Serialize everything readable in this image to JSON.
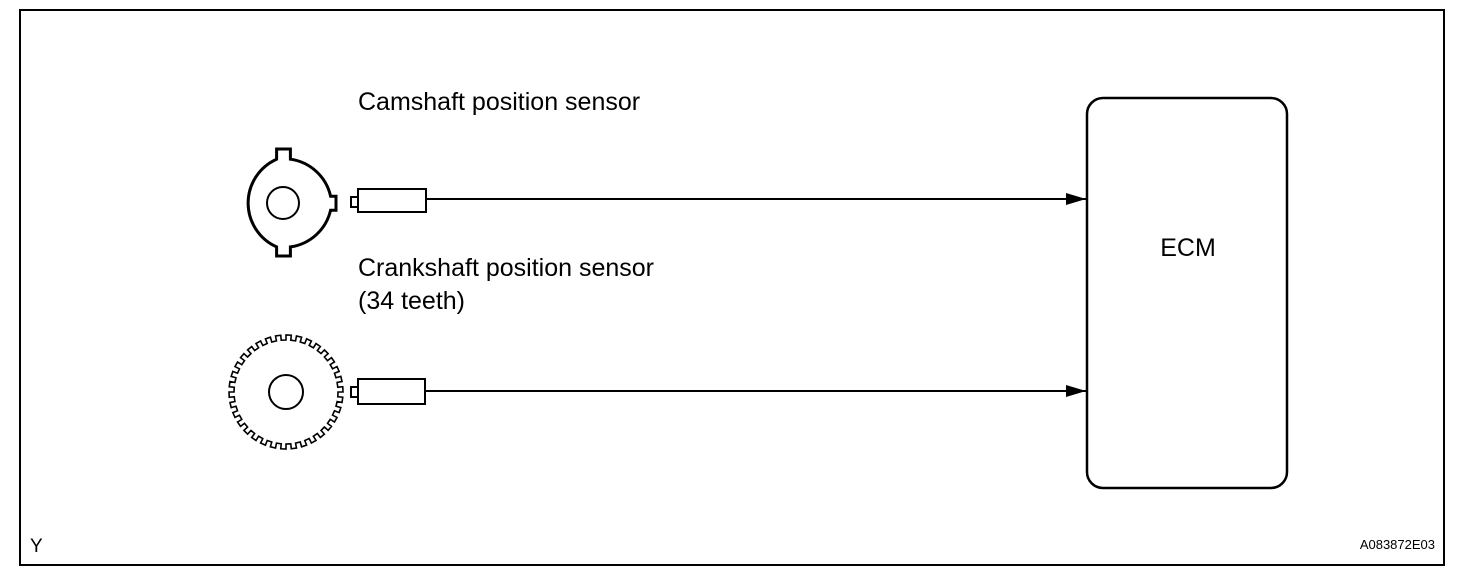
{
  "diagram": {
    "camshaft_label": "Camshaft position sensor",
    "crankshaft_label_line1": "Crankshaft position sensor",
    "crankshaft_label_line2": "(34 teeth)",
    "ecm_label": "ECM",
    "corner_mark": "Y",
    "figure_id": "A083872E03",
    "crankshaft_teeth": 34,
    "camshaft_tabs": 3
  },
  "colors": {
    "line": "#000000",
    "background": "#ffffff"
  }
}
